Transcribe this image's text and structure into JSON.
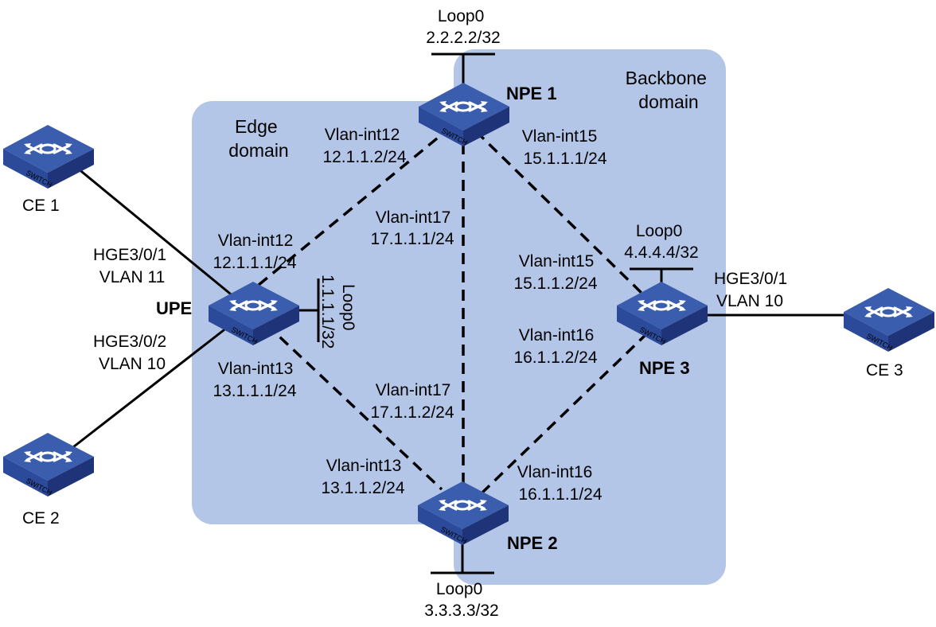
{
  "colors": {
    "domain_fill": "#b4c6e7",
    "switch_top": "#3b5dae",
    "switch_side": "#1f3478",
    "switch_front": "#2c4a9a",
    "line": "#000000"
  },
  "domains": {
    "edge": [
      "Edge",
      "domain"
    ],
    "backbone": [
      "Backbone",
      "domain"
    ]
  },
  "devices": {
    "npe1": {
      "name": "NPE 1",
      "icon": "switch-icon",
      "badge": "SWITCH"
    },
    "npe2": {
      "name": "NPE 2",
      "icon": "switch-icon",
      "badge": "SWITCH"
    },
    "npe3": {
      "name": "NPE 3",
      "icon": "switch-icon",
      "badge": "SWITCH"
    },
    "upe": {
      "name": "UPE",
      "icon": "switch-icon",
      "badge": "SWITCH"
    },
    "ce1": {
      "name": "CE 1",
      "icon": "switch-icon",
      "badge": "SWITCH"
    },
    "ce2": {
      "name": "CE 2",
      "icon": "switch-icon",
      "badge": "SWITCH"
    },
    "ce3": {
      "name": "CE 3",
      "icon": "switch-icon",
      "badge": "SWITCH"
    }
  },
  "loopbacks": {
    "npe1": [
      "Loop0",
      "2.2.2.2/32"
    ],
    "npe2": [
      "Loop0",
      "3.3.3.3/32"
    ],
    "npe3": [
      "Loop0",
      "4.4.4.4/32"
    ],
    "upe": [
      "Loop0",
      "1.1.1.1/32"
    ]
  },
  "interfaces": {
    "npe1_v12": [
      "Vlan-int12",
      "12.1.1.2/24"
    ],
    "npe1_v15": [
      "Vlan-int15",
      "15.1.1.1/24"
    ],
    "npe1_v17": [
      "Vlan-int17",
      "17.1.1.1/24"
    ],
    "upe_v12": [
      "Vlan-int12",
      "12.1.1.1/24"
    ],
    "upe_v13": [
      "Vlan-int13",
      "13.1.1.1/24"
    ],
    "npe3_v15": [
      "Vlan-int15",
      "15.1.1.2/24"
    ],
    "npe3_v16": [
      "Vlan-int16",
      "16.1.1.2/24"
    ],
    "npe2_v17": [
      "Vlan-int17",
      "17.1.1.2/24"
    ],
    "npe2_v13": [
      "Vlan-int13",
      "13.1.1.2/24"
    ],
    "npe2_v16": [
      "Vlan-int16",
      "16.1.1.1/24"
    ],
    "upe_hge1": [
      "HGE3/0/1",
      "VLAN 11"
    ],
    "upe_hge2": [
      "HGE3/0/2",
      "VLAN 10"
    ],
    "npe3_hge1": [
      "HGE3/0/1",
      "VLAN 10"
    ]
  }
}
